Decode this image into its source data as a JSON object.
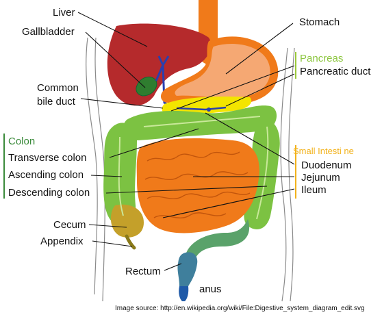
{
  "labels": {
    "liver": "Liver",
    "gallbladder": "Gallbladder",
    "common_bile_duct_line1": "Common",
    "common_bile_duct_line2": "bile duct",
    "colon_group": "Colon",
    "transverse_colon": "Transverse colon",
    "ascending_colon": "Ascending colon",
    "descending_colon": "Descending colon",
    "cecum": "Cecum",
    "appendix": "Appendix",
    "rectum": "Rectum",
    "anus": "anus",
    "stomach": "Stomach",
    "pancreas_group": "Pancreas",
    "pancreatic_duct": "Pancreatic duct",
    "small_intestine_group": "Small Intesti ne",
    "duodenum": "Duodenum",
    "jejunum": "Jejunum",
    "ileum": "Ileum"
  },
  "source": "Image source: http://en.wikipedia.org/wiki/File:Digestive_system_diagram_edit.svg",
  "colors": {
    "liver": "#b52a2c",
    "stomach_outer": "#f07a1a",
    "stomach_inner": "#f5a873",
    "colon": "#7cc242",
    "colon_dark": "#5a9e2e",
    "small_intestine": "#f07a1a",
    "pancreas": "#f3e500",
    "rectum": "#3f7f9c",
    "anus": "#1f5aa8",
    "colon_bracket": "#3a8a3a",
    "pancreas_bracket": "#9ac93a",
    "small_intestine_bracket": "#f2b21b"
  }
}
